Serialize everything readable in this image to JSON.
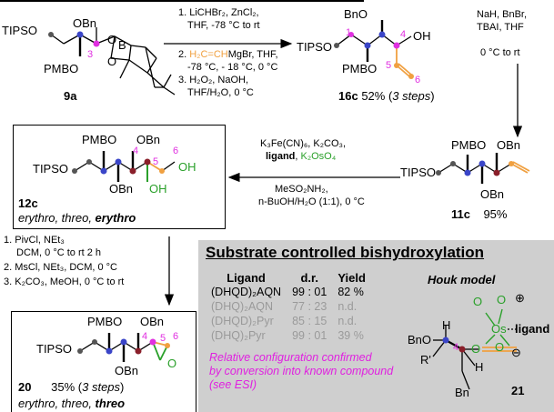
{
  "header_cut_text": "...",
  "step1": {
    "conditions": [
      "1. LiCHBr",
      "2",
      ", ZnCl",
      "2",
      ","
    ],
    "line1": "1. LiCHBr₂, ZnCl₂,",
    "line2": "THF, -78 °C to rt",
    "line3_a": "2. ",
    "line3_vinyl": "H₂C=CH",
    "line3_b": "MgBr, THF,",
    "line4": "-78 °C, - 18 °C, 0 °C",
    "line5": "3. H₂O₂, NaOH,",
    "line6": "THF/H₂O, 0 °C"
  },
  "step2": {
    "line1": "NaH, BnBr,",
    "line2": "TBAI, THF",
    "line3": "0 °C to rt"
  },
  "step3": {
    "line1": "K₃Fe(CN)₆, K₂CO₃,",
    "line2_a": "ligand",
    "line2_b": ", ",
    "line2_c": "K₂OsO₄",
    "line3": "MeSO₂NH₂,",
    "line4": "n-BuOH/H₂O (1:1), 0 °C"
  },
  "step4": {
    "line1": "1. PivCl, NEt₃",
    "line2": "DCM, 0 °C to rt 2 h",
    "line3": "2. MsCl, NEt₃, DCM, 0 °C",
    "line4": "3. K₂CO₃, MeOH, 0 °C to rt"
  },
  "compounds": {
    "c9a": "9a",
    "c16c": "16c",
    "c16c_yield": "52% (",
    "c16c_steps": "3 steps",
    "c16c_close": ")",
    "c11c": "11c",
    "c11c_yield": "95%",
    "c12c": "12c",
    "c12c_conf_a": "erythro, threo, ",
    "c12c_conf_b": "erythro",
    "c20": "20",
    "c20_yield": "35% (",
    "c20_steps": "3 steps",
    "c20_close": ")",
    "c20_conf_a": "erythro, threo, ",
    "c20_conf_b": "threo",
    "c21": "21"
  },
  "atoms": {
    "tipso": "TIPSO",
    "pmbo": "PMBO",
    "obn": "OBn",
    "bno": "BnO",
    "oh": "OH",
    "o": "O",
    "b": "B",
    "r_prime": "R'",
    "h": "H",
    "bn": "Bn",
    "os": "Os",
    "ligand_label": "ligand",
    "plus": "⊕",
    "minus": "⊖",
    "n1": "1",
    "n3": "3",
    "n4": "4",
    "n5": "5",
    "n6": "6"
  },
  "panel": {
    "title": "Substrate controlled bishydroxylation",
    "houk": "Houk model",
    "headers": [
      "Ligand",
      "d.r.",
      "Yield"
    ],
    "rows": [
      {
        "ligand": "(DHQD)₂AQN",
        "dr": "99 : 01",
        "yield": "82 %"
      },
      {
        "ligand": "(DHQ)₂AQN",
        "dr": "77 : 23",
        "yield": "n.d."
      },
      {
        "ligand": "(DHQD)₂Pyr",
        "dr": "85 : 15",
        "yield": "n.d."
      },
      {
        "ligand": "(DHQ)₂Pyr",
        "dr": "99 : 01",
        "yield": "39 %"
      }
    ],
    "note": "Relative configuration confirmed by conversion into known compound (see ESI)",
    "note_l1": "Relative configuration confirmed",
    "note_l2": "by conversion into known compound",
    "note_l3": "(see ESI)"
  },
  "colors": {
    "dot_blue": "#3a45c8",
    "dot_magenta": "#e030e0",
    "dot_red": "#8a1f2a",
    "vinyl_orange": "#f0a040",
    "green": "#2aa02a",
    "panel_grey": "#cfcfcf"
  }
}
